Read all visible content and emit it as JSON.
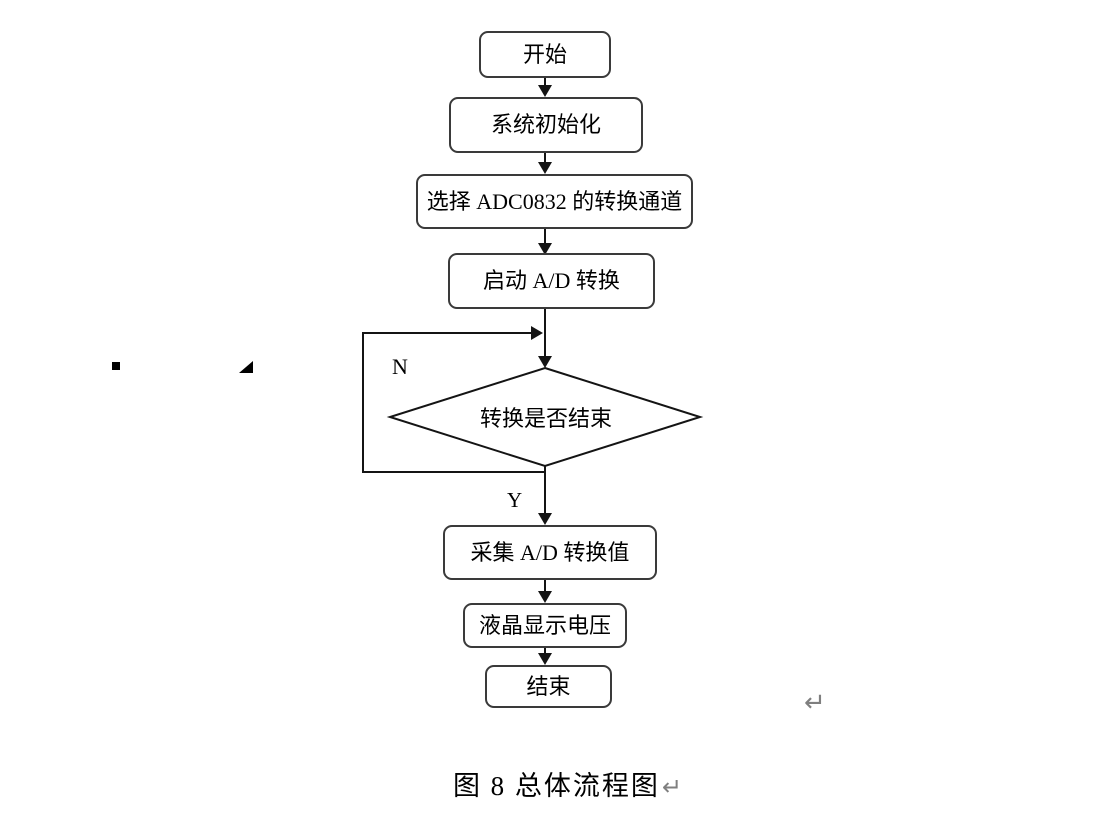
{
  "diagram": {
    "caption": "图 8 总体流程图",
    "paragraph_mark": "↵",
    "nodes": {
      "start": "开始",
      "init": "系统初始化",
      "select_channel": "选择 ADC0832 的转换通道",
      "start_conversion": "启动 A/D 转换",
      "decision": "转换是否结束",
      "collect": "采集 A/D 转换值",
      "display": "液晶显示电压",
      "end": "结束"
    },
    "branch_labels": {
      "no": "N",
      "yes": "Y"
    },
    "colors": {
      "line": "#141414",
      "box_border": "#3a3a3a",
      "text": "#000000",
      "paragraph_mark": "#7f7f7f",
      "background": "#ffffff"
    }
  }
}
